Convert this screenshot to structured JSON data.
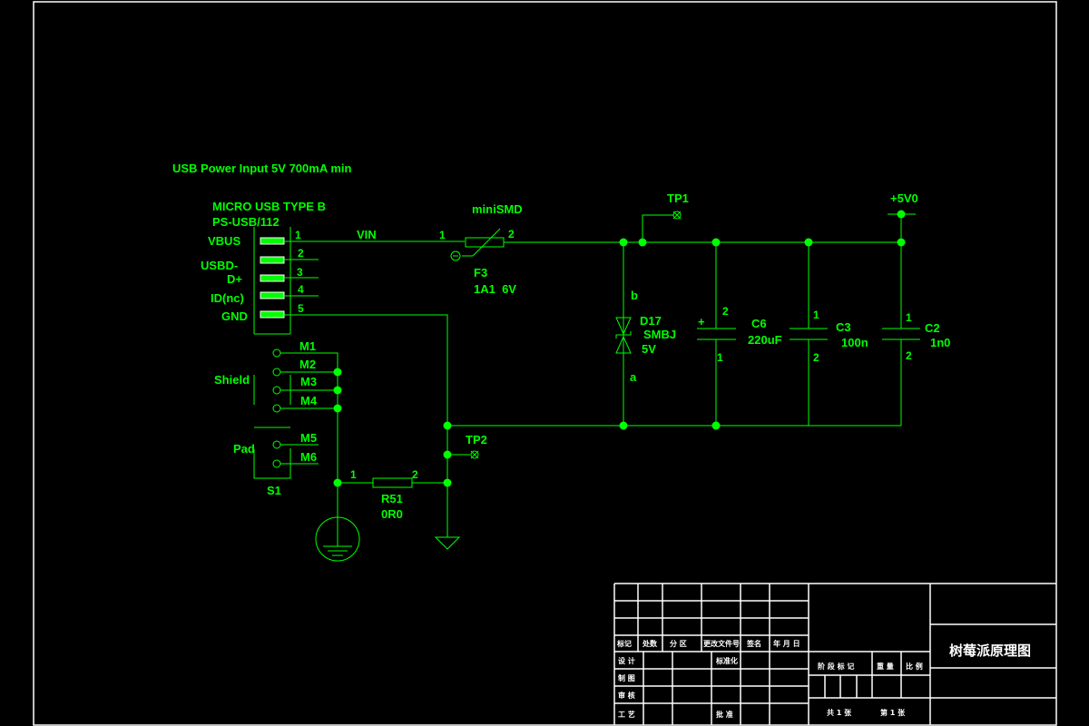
{
  "colors": {
    "background": "#000000",
    "wire": "#00ff00",
    "frame": "#ffffff"
  },
  "schematic": {
    "heading": "USB Power Input 5V 700mA min",
    "connector": {
      "title": "MICRO USB TYPE B",
      "part": "PS-USB/112",
      "designator": "S1",
      "pins": [
        {
          "num": "1",
          "name": "VBUS"
        },
        {
          "num": "2",
          "name": "USBD-"
        },
        {
          "num": "3",
          "name": "D+"
        },
        {
          "num": "4",
          "name": "ID(nc)"
        },
        {
          "num": "5",
          "name": "GND"
        }
      ],
      "shield_label": "Shield",
      "pad_label": "Pad",
      "mounts": [
        "M1",
        "M2",
        "M3",
        "M4",
        "M5",
        "M6"
      ]
    },
    "net_vin": "VIN",
    "fuse": {
      "designator": "F3",
      "package": "miniSMD",
      "value": "1A1  6V",
      "pin1": "1",
      "pin2": "2"
    },
    "tp1": "TP1",
    "tp2": "TP2",
    "rail": "+5V0",
    "diode": {
      "designator": "D17",
      "type": "SMBJ",
      "value": "5V",
      "pin_b": "b",
      "pin_a": "a"
    },
    "capacitors": [
      {
        "designator": "C6",
        "value": "220uF",
        "top_pin": "2",
        "bottom_pin": "1",
        "polarity": "+"
      },
      {
        "designator": "C3",
        "value": "100n",
        "top_pin": "1",
        "bottom_pin": "2"
      },
      {
        "designator": "C2",
        "value": "1n0",
        "top_pin": "1",
        "bottom_pin": "2"
      }
    ],
    "resistor": {
      "designator": "R51",
      "value": "0R0",
      "pin1": "1",
      "pin2": "2"
    }
  },
  "title_block": {
    "revision_headers": [
      "标记",
      "处数",
      "分 区",
      "更改文件号",
      "签名",
      "年 月 日"
    ],
    "role_rows": [
      "设 计",
      "制 图",
      "审 核",
      "工 艺"
    ],
    "standardization": "标准化",
    "approval": "批 准",
    "stage_headers": [
      "阶 段 标 记",
      "重 量",
      "比 例"
    ],
    "sheet_total": "共 1 张",
    "sheet_number": "第 1 张",
    "drawing_title": "树莓派原理图"
  }
}
